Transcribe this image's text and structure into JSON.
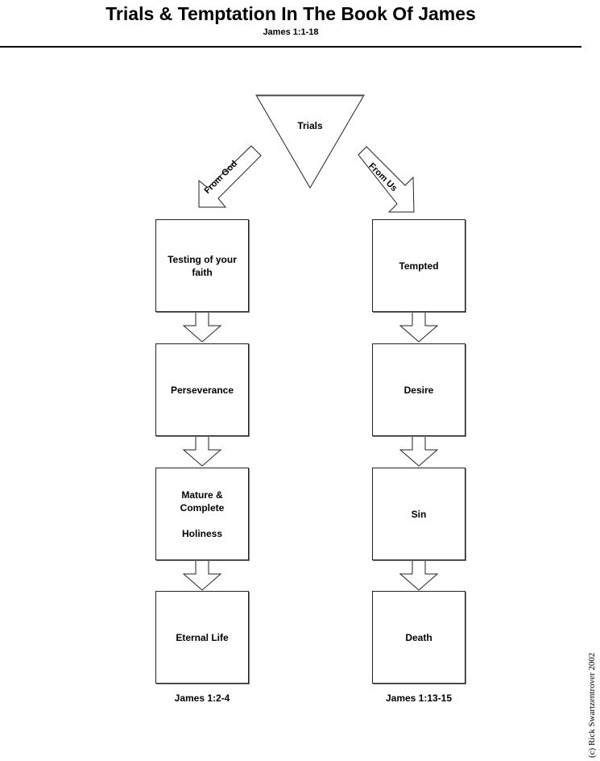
{
  "header": {
    "title": "Trials & Temptation In The Book Of James",
    "subtitle": "James 1:1-18"
  },
  "diagram": {
    "source_node": {
      "shape": "inverted-triangle",
      "label": "Trials"
    },
    "branches": [
      {
        "id": "left",
        "arrow_label": "From God",
        "steps": [
          "Testing of your\nfaith",
          "Perseverance",
          "Mature &\nComplete\n\nHoliness",
          "Eternal Life"
        ],
        "reference": "James 1:2-4"
      },
      {
        "id": "right",
        "arrow_label": "From Us",
        "steps": [
          "Tempted",
          "Desire",
          "Sin",
          "Death"
        ],
        "reference": "James 1:13-15"
      }
    ]
  },
  "footer": {
    "copyright": "(c) Rick Swartzentrover 2002"
  },
  "labels": {
    "left_box_0_line1": "Testing of your",
    "left_box_0_line2": "faith",
    "left_box_1": "Perseverance",
    "left_box_2_line1": "Mature &",
    "left_box_2_line2": "Complete",
    "left_box_2_line3": "Holiness",
    "left_box_3": "Eternal Life",
    "right_box_0": "Tempted",
    "right_box_1": "Desire",
    "right_box_2": "Sin",
    "right_box_3": "Death"
  }
}
